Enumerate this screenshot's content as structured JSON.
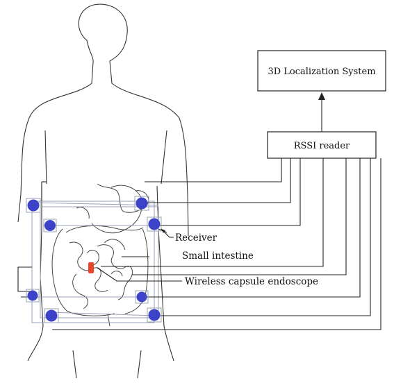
{
  "title_box": {
    "label": "3D Localization System"
  },
  "reader_box": {
    "label": "RSSI reader"
  },
  "annotations": {
    "receiver": "Receiver",
    "small_intestine": "Small intestine",
    "capsule": "Wireless capsule endoscope"
  },
  "colors": {
    "receiver_fill": "#3d43c8",
    "capsule_fill": "#e8452a",
    "outline": "#333333",
    "frame": "#9aa0b4"
  },
  "receivers": [
    {
      "name": "receiver-1"
    },
    {
      "name": "receiver-2"
    },
    {
      "name": "receiver-3"
    },
    {
      "name": "receiver-4"
    },
    {
      "name": "receiver-5"
    },
    {
      "name": "receiver-6"
    },
    {
      "name": "receiver-7"
    },
    {
      "name": "receiver-8"
    }
  ]
}
